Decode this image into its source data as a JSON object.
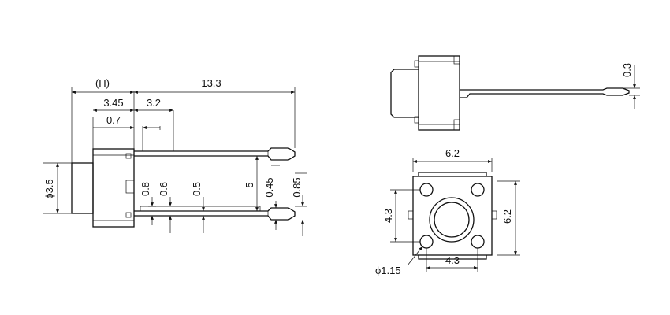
{
  "side_view": {
    "labels": {
      "h": "(H)",
      "total_length": "13.3",
      "d_3_45": "3.45",
      "d_3_2": "3.2",
      "d_0_7": "0.7",
      "dia_3_5": "ϕ3.5",
      "d_0_8": "0.8",
      "d_0_6": "0.6",
      "d_0_5": "0.5",
      "d_5": "5",
      "d_0_45": "0.45",
      "d_0_85": "0.85"
    }
  },
  "top_view": {
    "labels": {
      "d_0_3": "0.3"
    }
  },
  "front_view": {
    "labels": {
      "width_top": "6.2",
      "height_right": "6.2",
      "height_left": "4.3",
      "width_bottom": "4.3",
      "hole_dia": "ϕ1.15"
    }
  },
  "colors": {
    "line": "#111111",
    "background": "#ffffff"
  }
}
